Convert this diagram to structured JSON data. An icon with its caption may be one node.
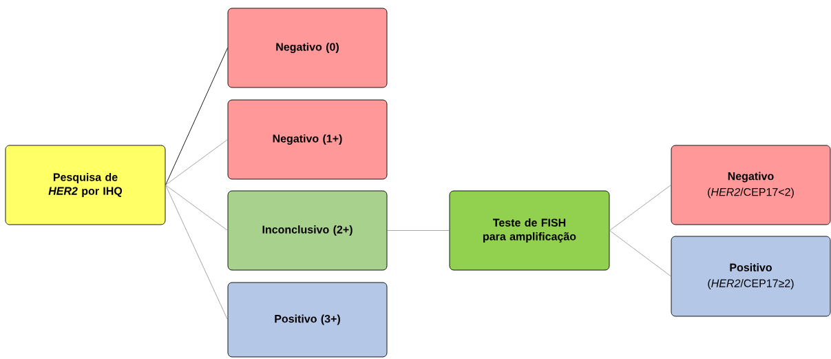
{
  "diagram": {
    "nodes": [
      {
        "text": [
          "Pesquisa de *HER2* por IHQ"
        ]
      },
      {
        "text": [
          "Negativo (0)"
        ]
      },
      {
        "text": [
          "Negativo (1+)"
        ]
      },
      {
        "text": [
          "Inconclusivo (2+)"
        ]
      },
      {
        "text": [
          "Positivo (3+)"
        ]
      },
      {
        "text": [
          "Teste de FISH para amplificação"
        ]
      },
      {
        "text": [
          "Negativo",
          "(*HER2*/CEP17<2)"
        ]
      },
      {
        "text": [
          "Positivo",
          "(*HER2*/CEP17≥2)"
        ]
      }
    ],
    "edges": [
      {
        "from": 0,
        "to": 1,
        "arrow": "none",
        "color": "#000000"
      },
      {
        "from": 0,
        "to": 2,
        "arrow": "none"
      },
      {
        "from": 0,
        "to": 3,
        "arrow": "none"
      },
      {
        "from": 0,
        "to": 4,
        "arrow": "none"
      },
      {
        "from": 3,
        "to": 5,
        "arrow": "none"
      },
      {
        "from": 5,
        "to": 6,
        "arrow": "none"
      },
      {
        "from": 5,
        "to": 7,
        "arrow": "none"
      }
    ]
  }
}
